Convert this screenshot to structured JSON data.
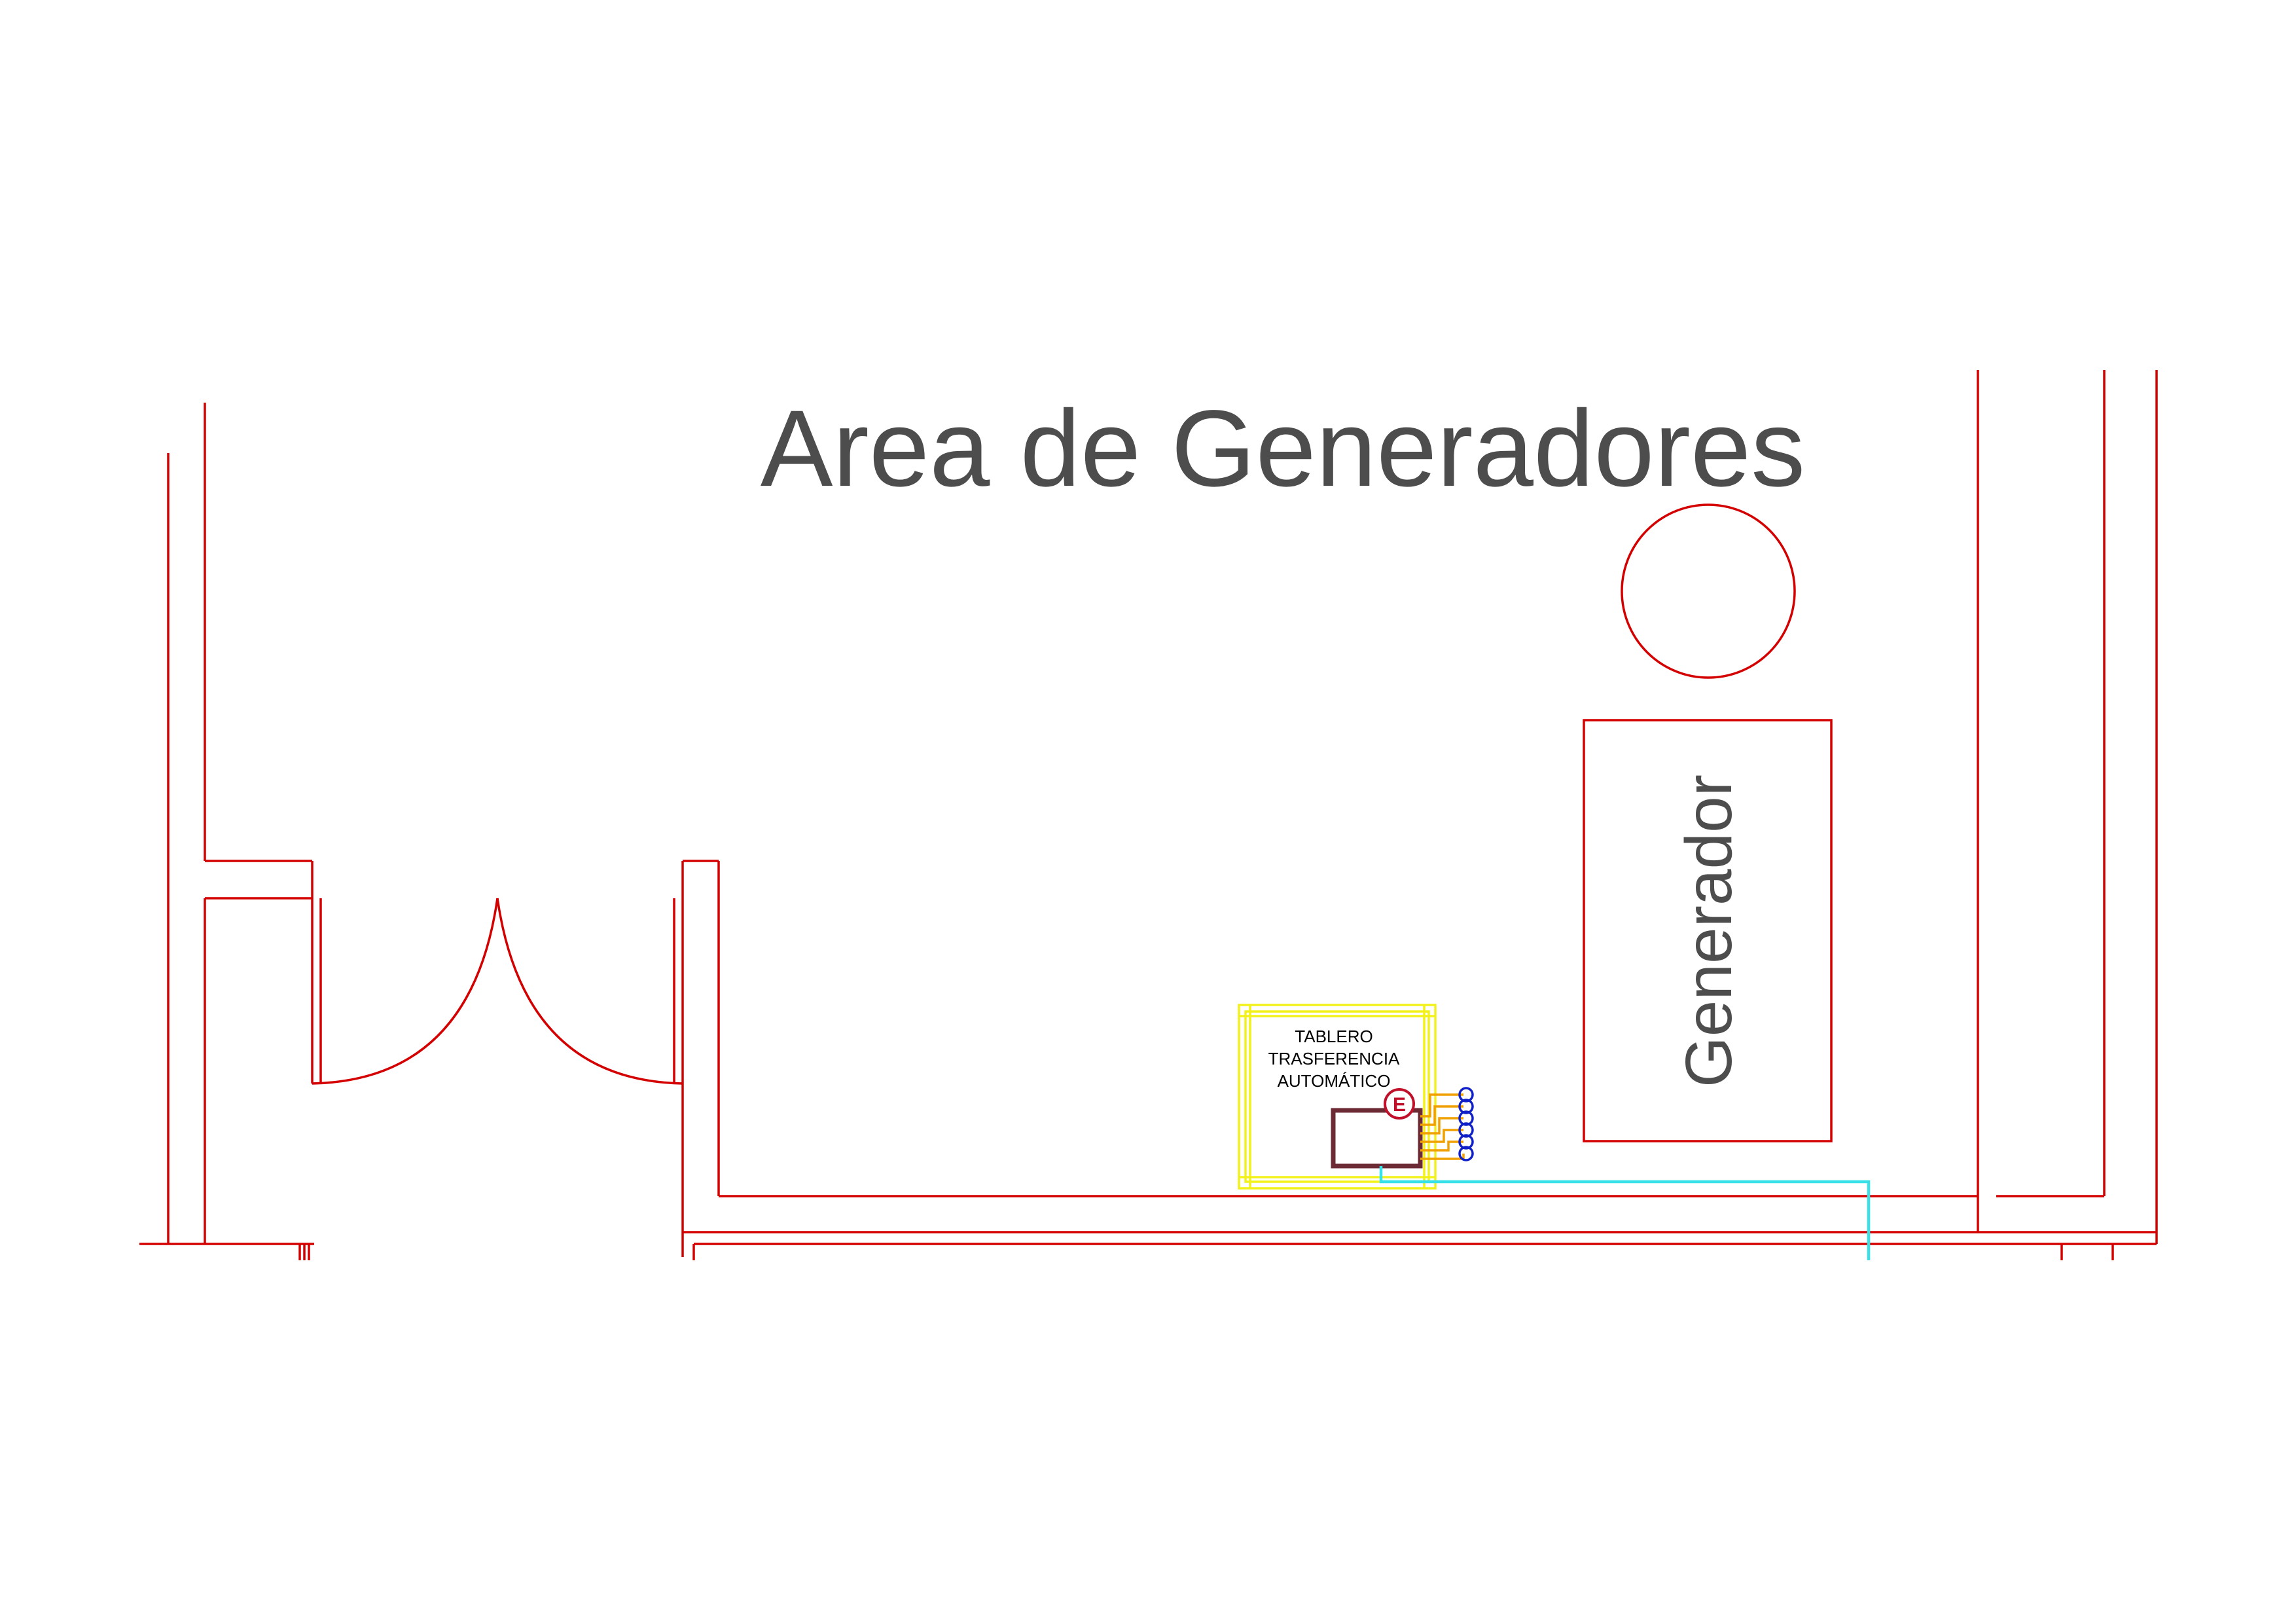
{
  "plan": {
    "title": "Area de Generadores",
    "generator_label": "Generador",
    "panel_label_lines": [
      "TABLERO",
      "TRASFERENCIA",
      "AUTOMÁTICO"
    ],
    "emergency_symbol": "E",
    "circuit_count": 6,
    "colors": {
      "walls": "#d40000",
      "panel_outline": "#f2f21a",
      "conduits": "#f0a000",
      "circuits": "#1020c8",
      "feeder": "#38e0e8",
      "panel_body": "#6b2a34",
      "text": "#4d4d4d"
    },
    "icons": [
      "door-swing-icon",
      "emergency-outlet-icon",
      "fuel-tank-icon"
    ]
  }
}
